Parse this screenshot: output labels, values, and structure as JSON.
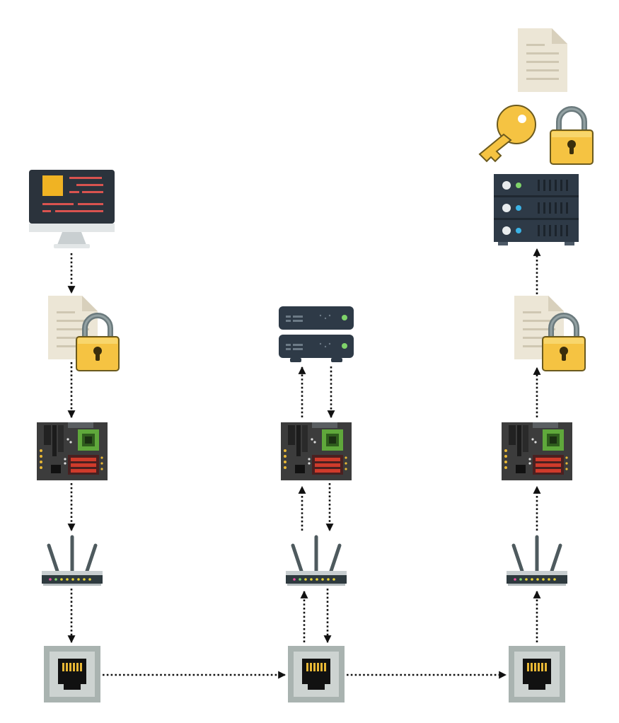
{
  "diagram": {
    "columns": [
      {
        "id": "source",
        "stack": [
          "monitor-icon",
          "encrypted-document-icon",
          "motherboard-icon",
          "router-icon",
          "ethernet-port-icon"
        ]
      },
      {
        "id": "relay",
        "stack": [
          "network-switch-icon",
          "motherboard-icon",
          "router-icon",
          "ethernet-port-icon"
        ]
      },
      {
        "id": "destination",
        "stack": [
          "document-icon",
          "key-icon",
          "padlock-icon",
          "server-rack-icon",
          "encrypted-document-icon",
          "motherboard-icon",
          "router-icon",
          "ethernet-port-icon"
        ]
      }
    ],
    "connectors": {
      "style": "dotted",
      "arrowhead": "triangle"
    }
  },
  "colors": {
    "arrow": "#111111",
    "paper": "#ece6d6",
    "lock_body": "#f5c342",
    "lock_shackle": "#6b7a7d",
    "board": "#3c3c3c",
    "chip": "#5fa83b",
    "ram": "#cf3b2b",
    "server": "#2e3a47",
    "led_green": "#7fd36a",
    "led_blue": "#3bb3e6",
    "port_frame": "#a9b3b0",
    "port_gold": "#e8b735",
    "key": "#f5c342"
  }
}
